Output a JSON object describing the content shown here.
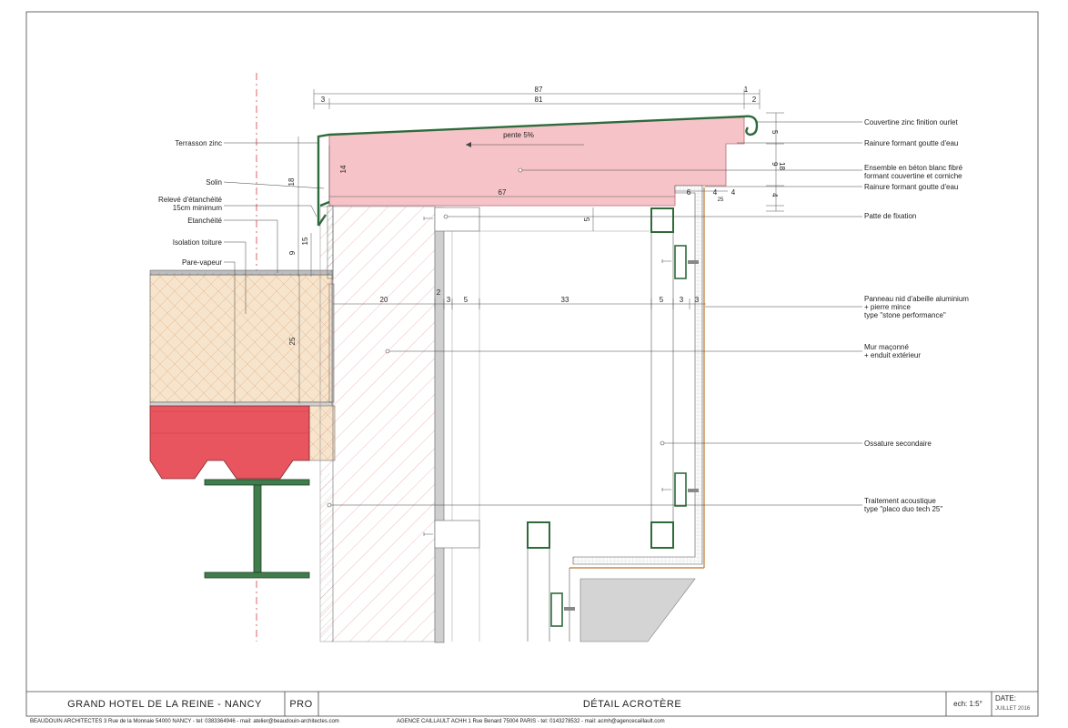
{
  "dimensions": {
    "top_total": "87",
    "top_right_1": "1",
    "top_left_3": "3",
    "top_mid_81": "81",
    "top_right_2": "2",
    "right_5": "5",
    "right_18": "18",
    "right_9": "9",
    "right_4": "4",
    "slope": "pente 5%",
    "left_14": "14",
    "left_18": "18",
    "len_67": "67",
    "small_6": "6",
    "small_4a": "4",
    "small_4b": "4",
    "small_25": "25",
    "patte_5": "5",
    "vert_9": "9",
    "vert_15": "15",
    "vert_25": "25",
    "row_20": "20",
    "row_2": "2",
    "row_3a": "3",
    "row_5a": "5",
    "row_33": "33",
    "row_5b": "5",
    "row_3b": "3",
    "row_3c": "3"
  },
  "labels_left": {
    "terrasson": "Terrasson  zinc",
    "solin": "Solin",
    "releve_1": "Relevé d'étanchéité",
    "releve_2": "15cm minimum",
    "etancheite": "Etanchéité",
    "isolation": "Isolation toiture",
    "pare_vapeur": "Pare-vapeur"
  },
  "labels_right": {
    "couvertine": "Couvertine zinc finition ourlet",
    "rainure_1": "Rainure formant goutte d'eau",
    "ensemble_1": "Ensemble en béton blanc fibré",
    "ensemble_2": "formant couvertine et corniche",
    "rainure_2": "Rainure formant goutte d'eau",
    "patte": "Patte de fixation",
    "panneau_1": "Panneau nid d'abeille aluminium",
    "panneau_2": "+ pierre mince",
    "panneau_3": "type \"stone performance\"",
    "mur_1": "Mur maçonné",
    "mur_2": "+ enduit extérieur",
    "ossature": "Ossature secondaire",
    "traitement_1": "Traitement acoustique",
    "traitement_2": "type \"placo duo tech 25\""
  },
  "title_block": {
    "project": "GRAND HOTEL DE LA REINE   -  NANCY",
    "phase": "PRO",
    "drawing_title": "DÉTAIL ACROTÈRE",
    "scale": "ech: 1:5°",
    "date_label": "DATE:",
    "date_value": "JUILLET 2016"
  },
  "footer": {
    "firm_1": "BEAUDOUIN ARCHITECTES    3 Rue de la Monnaie 54000 NANCY - tel: 0383364946 - mail: atelier@beaudouin-architectes.com",
    "firm_2": "AGENCE CAILLAULT ACHH    1 Rue Benard 75004 PARIS - tel: 0143278532 - mail: acmh@agencecaillault.com"
  },
  "colors": {
    "concrete_pink": "#f6c4c8",
    "zinc_green": "#2e6b3a",
    "slab_red": "#e8555e",
    "insulation_tan": "#f3dfc5",
    "beam_green": "#3f7d4c",
    "axis_red": "#e05050"
  }
}
